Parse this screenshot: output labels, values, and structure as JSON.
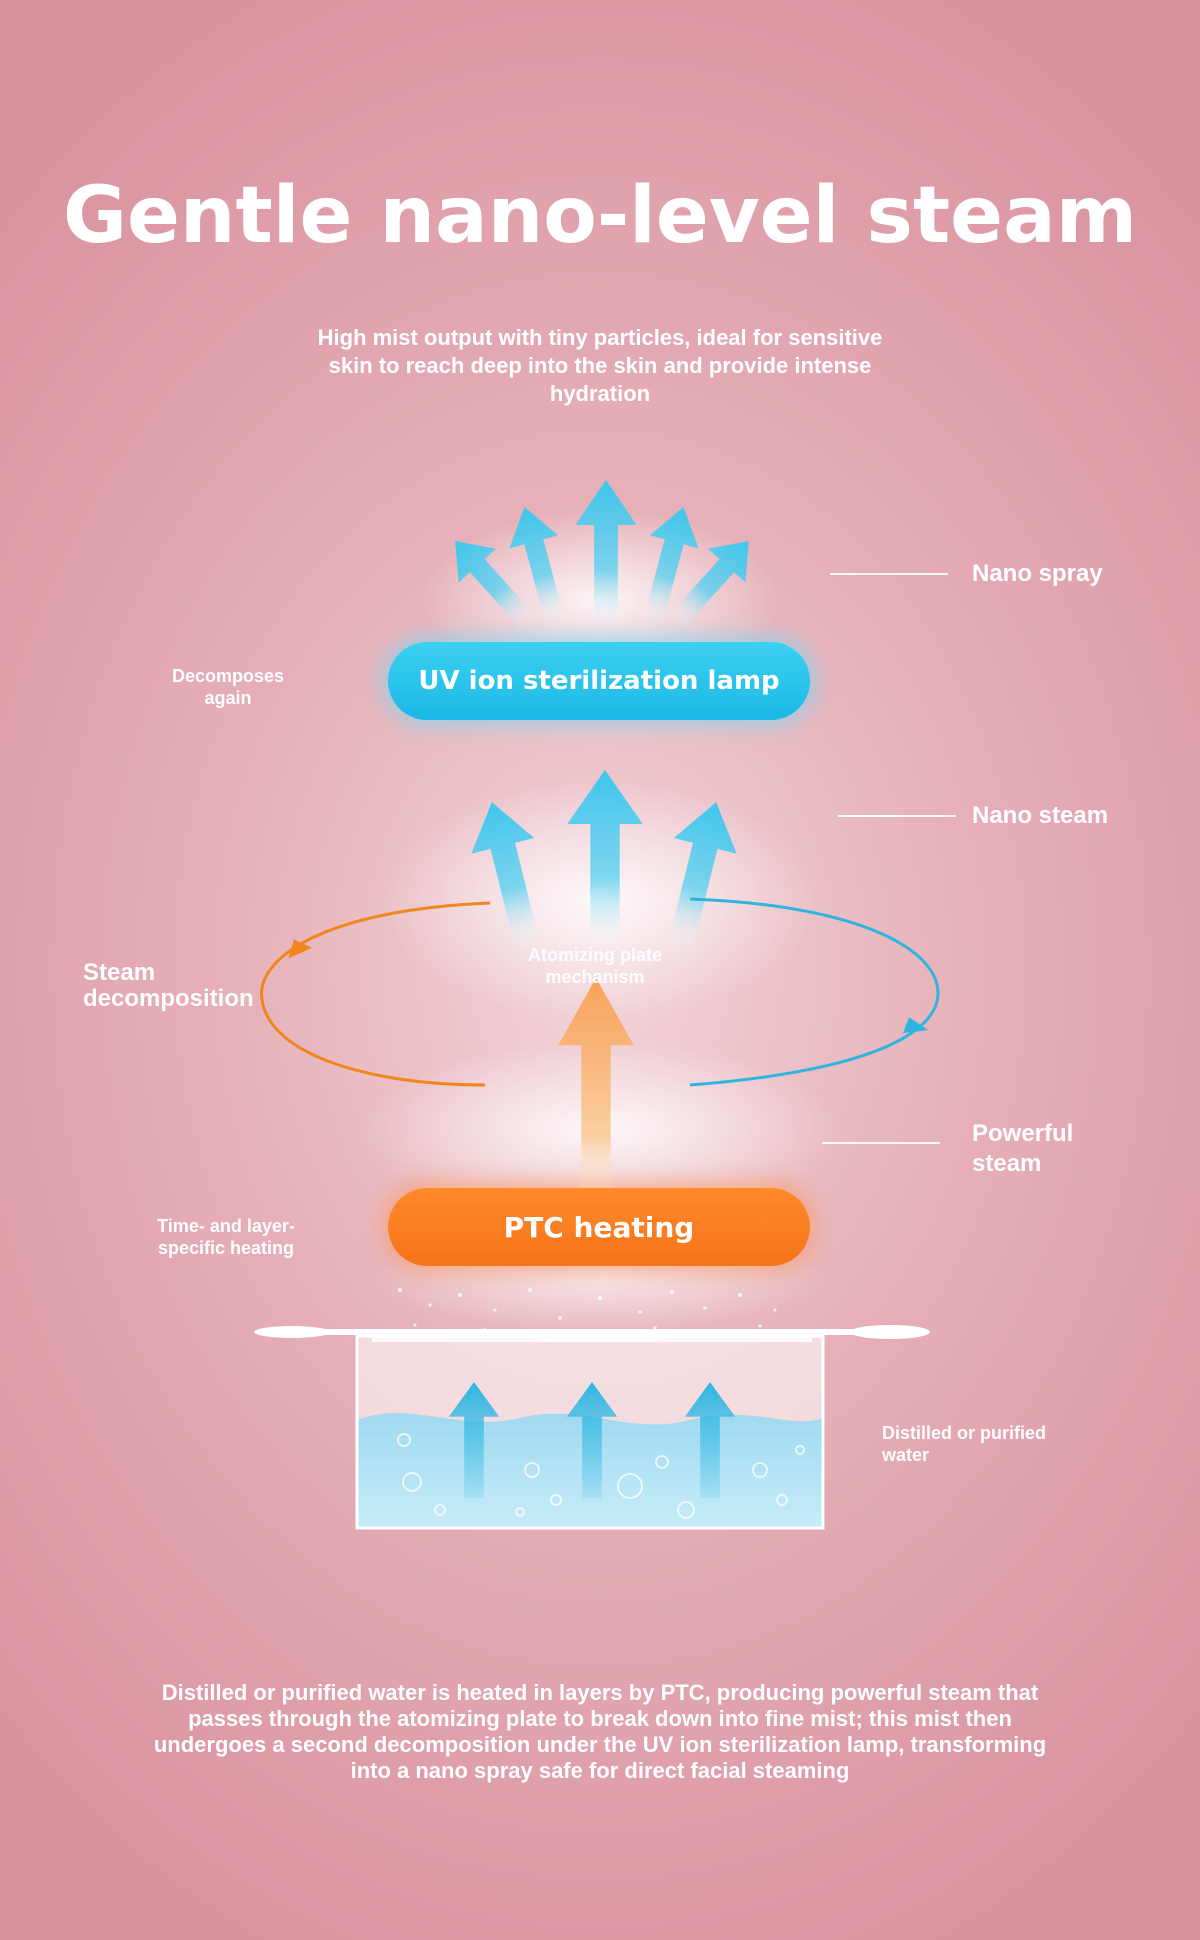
{
  "title": "Gentle nano-level steam",
  "subtitle": "High mist output with tiny particles, ideal for sensitive skin to reach deep into the skin and provide intense hydration",
  "labels": {
    "nano_spray": "Nano spray",
    "decomposes_again": "Decomposes again",
    "uv_lamp": "UV ion sterilization lamp",
    "nano_steam": "Nano steam",
    "steam_decomposition": "Steam decomposition",
    "atomizing_plate": "Atomizing plate mechanism",
    "powerful_steam": "Powerful steam",
    "ptc_heating": "PTC heating",
    "time_layer_heating": "Time- and layer-specific heating",
    "distilled_water": "Distilled or purified water"
  },
  "description": "Distilled or purified water is heated in layers by PTC, producing powerful steam that passes through the atomizing plate to break down into fine mist; this mist then undergoes a second decomposition under the UV ion sterilization lamp, transforming into a nano spray safe for direct facial steaming",
  "colors": {
    "background": "#e3a9b3",
    "uv_blue": "#1bb8e6",
    "ptc_orange": "#f6731a",
    "arrow_blue": "#36bfe6",
    "cycle_orange": "#f0861e",
    "cycle_blue": "#2fb4e0",
    "water": "#a8def2"
  },
  "icons": {
    "up_arrow": "arrow-up-icon",
    "cycle": "cycle-arrow-icon",
    "water_drops": "water-drop-icon"
  }
}
